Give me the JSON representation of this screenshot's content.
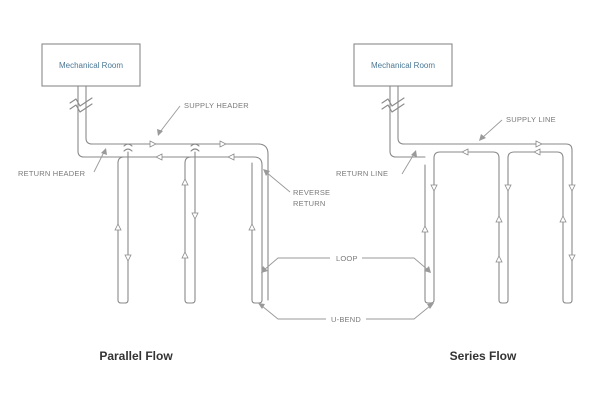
{
  "parallel": {
    "room_label": "Mechanical Room",
    "supply_header": "SUPPLY HEADER",
    "return_header": "RETURN HEADER",
    "reverse_return_1": "REVERSE",
    "reverse_return_2": "RETURN",
    "caption": "Parallel Flow"
  },
  "series": {
    "room_label": "Mechanical Room",
    "supply_line": "SUPPLY LINE",
    "return_line": "RETURN LINE",
    "caption": "Series Flow"
  },
  "shared": {
    "loop_label": "LOOP",
    "ubend_label": "U-BEND"
  },
  "colors": {
    "pipe": "#8a8a8a",
    "room_text": "#4a7896",
    "caption": "#333333"
  }
}
